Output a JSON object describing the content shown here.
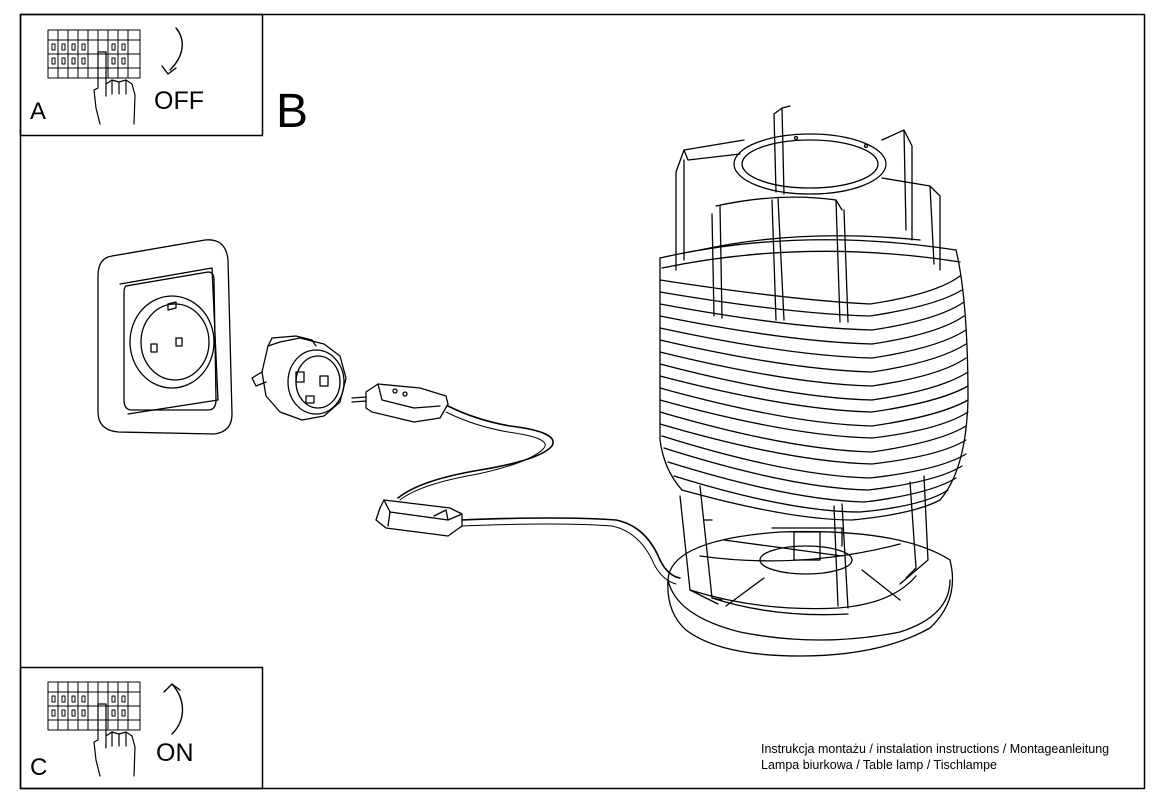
{
  "steps": {
    "a": {
      "letter": "A",
      "state": "OFF"
    },
    "b": {
      "letter": "B"
    },
    "c": {
      "letter": "C",
      "state": "ON"
    }
  },
  "caption": {
    "line1": "Instrukcja montażu / instalation instructions / Montageanleitung",
    "line2": "Lampa biurkowa / Table lamp / Tischlampe"
  }
}
